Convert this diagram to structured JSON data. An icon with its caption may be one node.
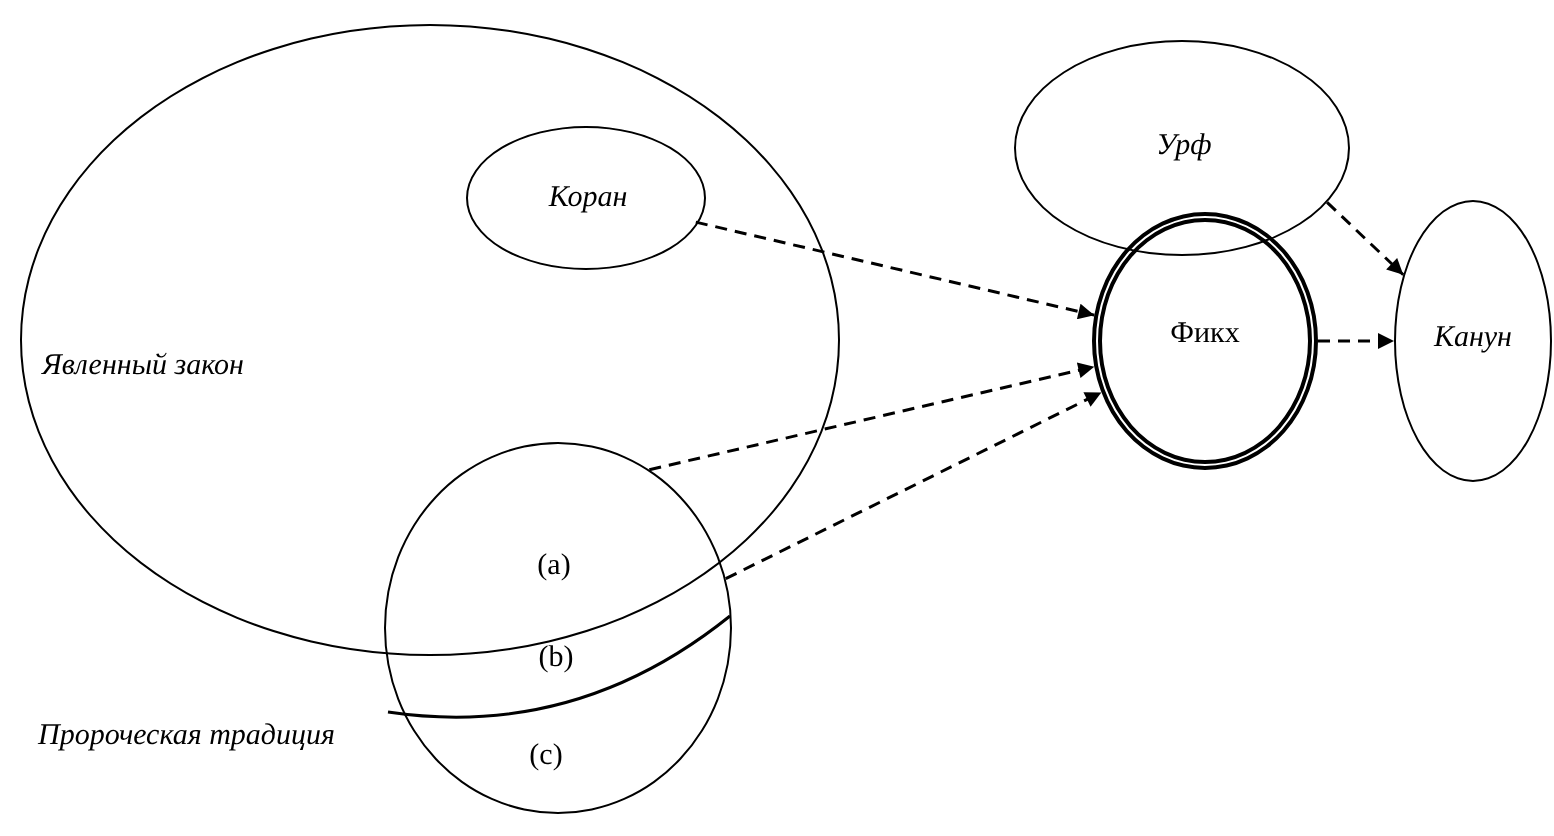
{
  "diagram": {
    "nodes": [
      {
        "text": [
          "Явленный закон"
        ]
      },
      {
        "text": [
          "Коран"
        ],
        "in": 0
      },
      {
        "text": [
          "Пророческая традиция"
        ]
      },
      {
        "text": [
          "(a)"
        ]
      },
      {
        "text": [
          "(b)"
        ],
        "in": 2
      },
      {
        "text": [
          "(c)"
        ],
        "in": 2
      },
      {
        "text": [
          "Урф"
        ]
      },
      {
        "text": [
          "Фикх"
        ]
      },
      {
        "text": [
          "Канун"
        ]
      }
    ],
    "edges": [
      {
        "from": 1,
        "to": 7,
        "arrow": "to",
        "style": "dashed"
      },
      {
        "from": 2,
        "to": 7,
        "arrow": "to",
        "style": "dashed"
      },
      {
        "from": 2,
        "to": 7,
        "arrow": "to",
        "style": "dashed"
      },
      {
        "from": 6,
        "to": 8,
        "arrow": "to",
        "style": "dashed"
      },
      {
        "from": 7,
        "to": 8,
        "arrow": "to",
        "style": "dashed"
      }
    ]
  }
}
